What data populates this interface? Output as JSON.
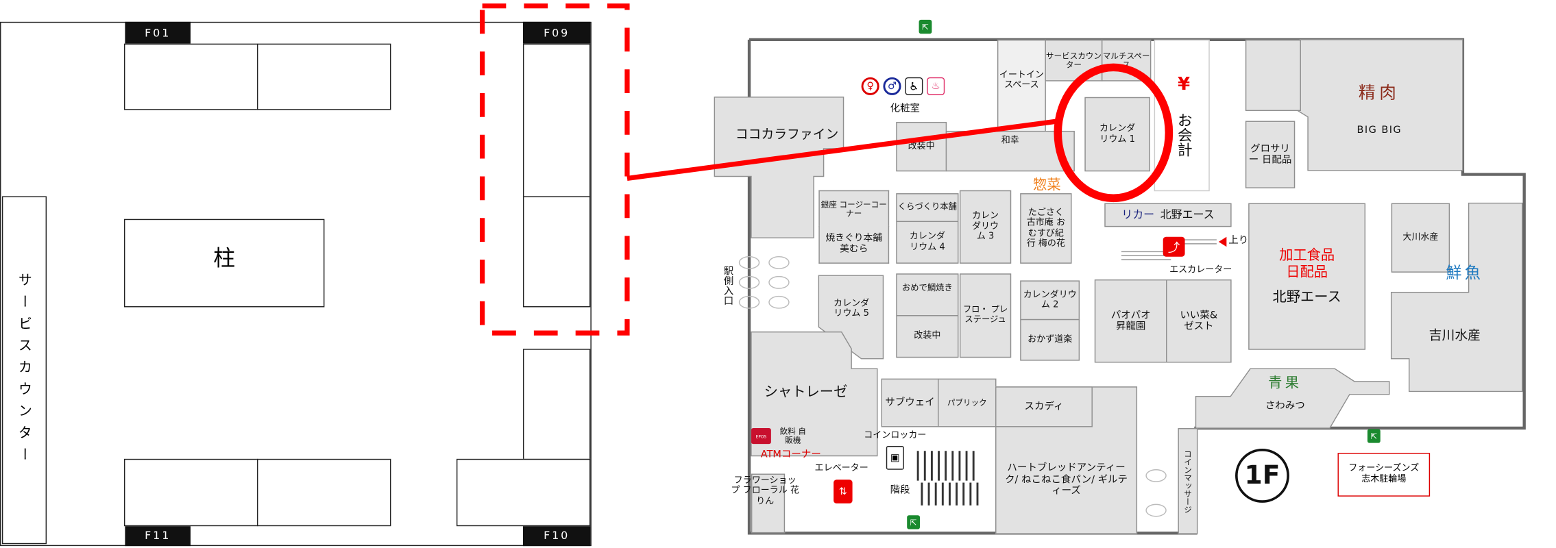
{
  "colors": {
    "highlight": "#ff0000",
    "store_block": "#e2e2e2",
    "exit_sign": "#1a8a2e",
    "meat": "#8b2a1a",
    "fish": "#1f7ac0",
    "produce": "#2e7d32",
    "deli": "#f07f1a",
    "liquor": "#1a237e"
  },
  "detail_plan": {
    "service_counter": "サービスカウンター",
    "pillar": "柱",
    "slot_labels": {
      "f01": "F01",
      "f09": "F09",
      "f10": "F10",
      "f11": "F11"
    }
  },
  "floor_map": {
    "floor_badge": "1F",
    "stores": {
      "cocokara": "ココカラファイン",
      "powder_room": "化粧室",
      "eat_in": "イートインスペース",
      "service_counter": "サービスカウンター",
      "multi_space": "マルチスペース",
      "renovating_1": "改装中",
      "wako": "和幸",
      "calendarium_1": "カレンダリウム 1",
      "checkout_yen": "¥",
      "checkout": "お会計",
      "meat": "精肉",
      "big_big": "BIG BIG",
      "grocery": "グロサリー 日配品",
      "deli": "惣菜",
      "ginza_cozy": "銀座 コージーコーナー",
      "yakiguri": "焼きぐり本舗 美むら",
      "kurazukuri": "くらづくり本舗",
      "calendarium_4": "カレンダリウム 4",
      "calendarium_3": "カレンダリウム 3",
      "tagosaku": "たごさく 古市庵 おむすび紀行 梅の花",
      "liquor": "リカー",
      "kitano_ace_liquor": "北野エース",
      "escalator_up": "上り",
      "escalator": "エスカレーター",
      "station_entrance": "駅側入口",
      "calendarium_5": "カレンダリウム 5",
      "omedetai": "おめで鯛焼き",
      "renovating_2": "改装中",
      "flo_prestige": "フロ・ プレステージュ",
      "calendarium_2": "カレンダリウム 2",
      "okazu_doraku": "おかず道楽",
      "paopao": "パオパオ 昇龍園",
      "iisai_zest": "いい菜& ゼスト",
      "processed_food": "加工食品 日配品",
      "kitano_ace": "北野エース",
      "okawa_suisan": "大川水産",
      "fish": "鮮魚",
      "yoshikawa_suisan": "吉川水産",
      "produce": "青果",
      "sawamitsu": "さわみつ",
      "chateraise": "シャトレーゼ",
      "subway": "サブウェイ",
      "public": "パブリック",
      "skadi": "スカディ",
      "bakery": "ハートブレッドアンティーク/ ねこねこ食パン/ ギルティーズ",
      "coin_massage": "コインマッサージ",
      "vending": "飲料 自販機",
      "atm": "ATMコーナー",
      "coin_locker": "コインロッカー",
      "elevator": "エレベーター",
      "stairs": "階段",
      "flower_shop": "フラワーショップ フローラル 花りん",
      "bicycle_parking": "フォーシーズンズ 志木駐輪場"
    }
  }
}
